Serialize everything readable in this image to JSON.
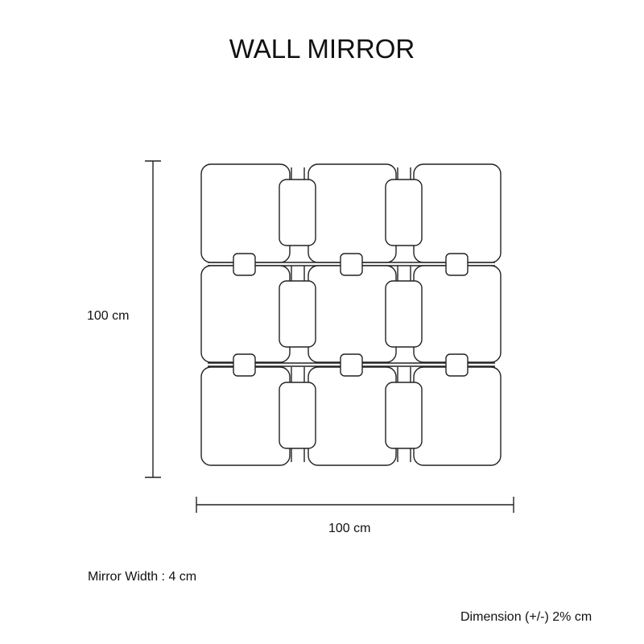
{
  "title": "WALL MIRROR",
  "height_label": "100 cm",
  "width_label": "100 cm",
  "mirror_width": "Mirror Width : 4 cm",
  "tolerance": "Dimension (+/-) 2% cm"
}
